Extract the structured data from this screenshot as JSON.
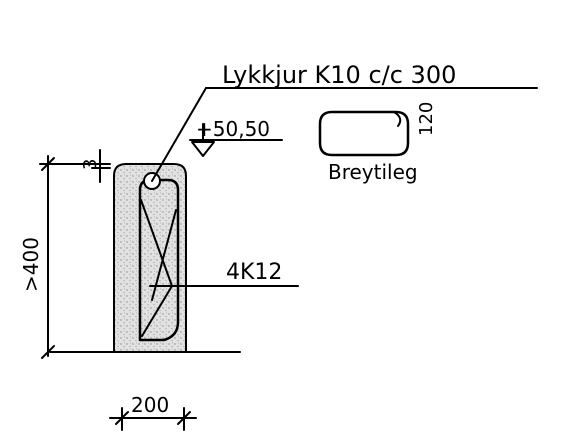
{
  "labels": {
    "stirrup_callout": "Lykkjur K10 c/c 300",
    "level": "+50,50",
    "bend_detail_caption": "Breytileg",
    "bend_detail_dim": "120",
    "bottom_bars": "4K12",
    "wall_height": ">400",
    "top_cover": "3",
    "wall_width": "200"
  },
  "colors": {
    "ink": "#000000",
    "concrete_fill": "#d4d4d4",
    "paper": "#ffffff"
  }
}
